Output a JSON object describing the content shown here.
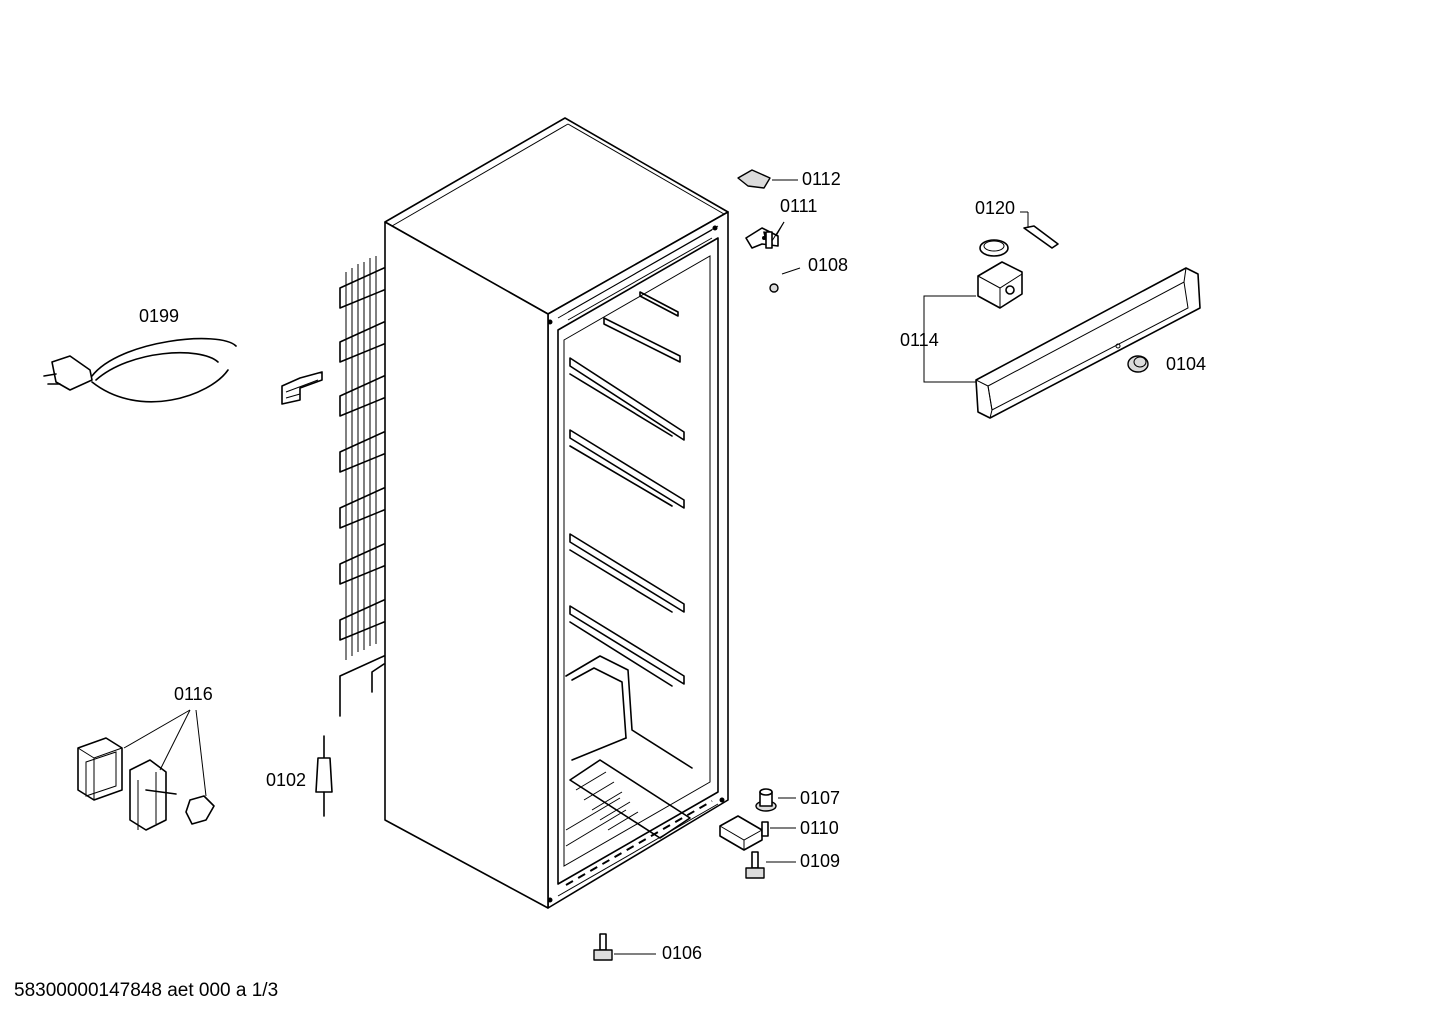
{
  "drawing_id": "58300000147848 aet 000 a 1/3",
  "parts": [
    {
      "id": "p0112",
      "label": "0112"
    },
    {
      "id": "p0111",
      "label": "0111"
    },
    {
      "id": "p0108",
      "label": "0108"
    },
    {
      "id": "p0120",
      "label": "0120"
    },
    {
      "id": "p0114",
      "label": "0114"
    },
    {
      "id": "p0104",
      "label": "0104"
    },
    {
      "id": "p0199",
      "label": "0199"
    },
    {
      "id": "p0116",
      "label": "0116"
    },
    {
      "id": "p0102",
      "label": "0102"
    },
    {
      "id": "p0107",
      "label": "0107"
    },
    {
      "id": "p0110",
      "label": "0110"
    },
    {
      "id": "p0109",
      "label": "0109"
    },
    {
      "id": "p0106",
      "label": "0106"
    }
  ]
}
